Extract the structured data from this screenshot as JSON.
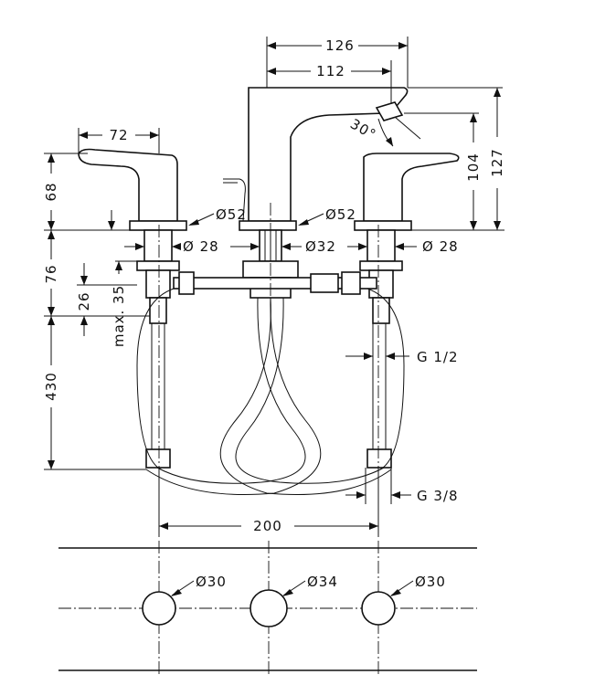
{
  "colors": {
    "ink": "#111111",
    "paper": "#ffffff"
  },
  "dimensions": {
    "width_total": "126",
    "width_spout": "112",
    "handle_width": "72",
    "handle_height": "68",
    "spout_angle": "30°",
    "spout_outlet_height": "104",
    "spout_total_height": "127",
    "escutcheon_left": "Ø52",
    "escutcheon_center": "Ø52",
    "shank_left": "Ø 28",
    "shank_center": "Ø32",
    "shank_right": "Ø 28",
    "body_height": "76",
    "counter_min": "26",
    "counter_max": "max. 35",
    "hose_length": "430",
    "thread_upper": "G 1/2",
    "thread_lower": "G 3/8",
    "spread": "200",
    "hole_left": "Ø30",
    "hole_center": "Ø34",
    "hole_right": "Ø30"
  }
}
